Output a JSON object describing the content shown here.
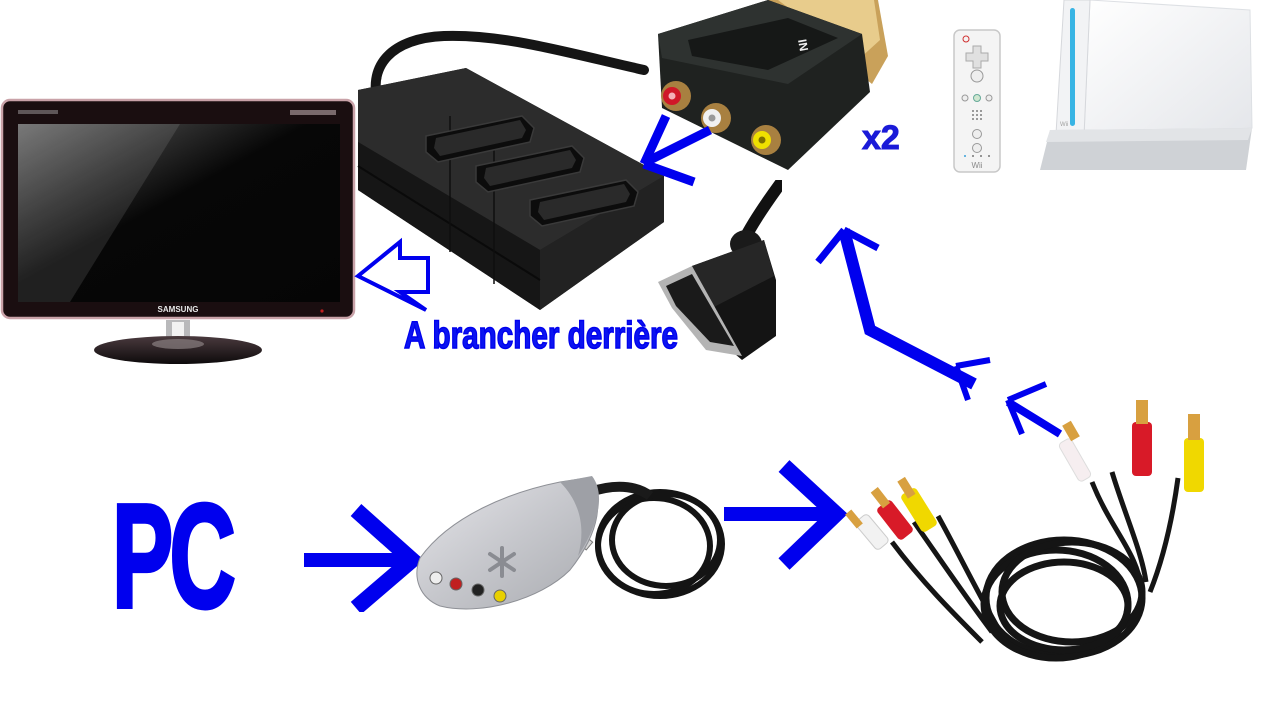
{
  "diagram": {
    "language": "fr",
    "colors": {
      "arrow": "#0000ee",
      "text": "#0000ee",
      "background": "#ffffff"
    },
    "labels": {
      "pc": "PC",
      "caption": "A brancher derrière",
      "multiplier": "x2"
    },
    "devices": {
      "tv": {
        "brand": "SAMSUNG",
        "type": "flat-screen monitor/TV"
      },
      "scart_splitter": {
        "type": "3-way SCART splitter",
        "ports": 3
      },
      "scart_adapter": {
        "type": "SCART to RCA adapter",
        "marking": "IN",
        "jacks": [
          "red",
          "white",
          "yellow"
        ],
        "quantity": "x2"
      },
      "wii_remote": {
        "brand": "Wii"
      },
      "wii_console": {
        "brand": "Wii"
      },
      "video_capture": {
        "type": "USB video capture device"
      },
      "rca_cable": {
        "type": "composite RCA cable",
        "plugs": [
          "white",
          "red",
          "yellow"
        ]
      }
    },
    "arrows": [
      {
        "id": "splitter-to-tv",
        "style": "outline",
        "direction": "left"
      },
      {
        "id": "adapter-to-splitter",
        "style": "solid",
        "direction": "down-left"
      },
      {
        "id": "pc-to-capture",
        "style": "solid",
        "direction": "right"
      },
      {
        "id": "capture-to-rca",
        "style": "solid",
        "direction": "right"
      },
      {
        "id": "rca-to-adapter",
        "style": "solid-path",
        "direction": "up-left"
      }
    ]
  }
}
